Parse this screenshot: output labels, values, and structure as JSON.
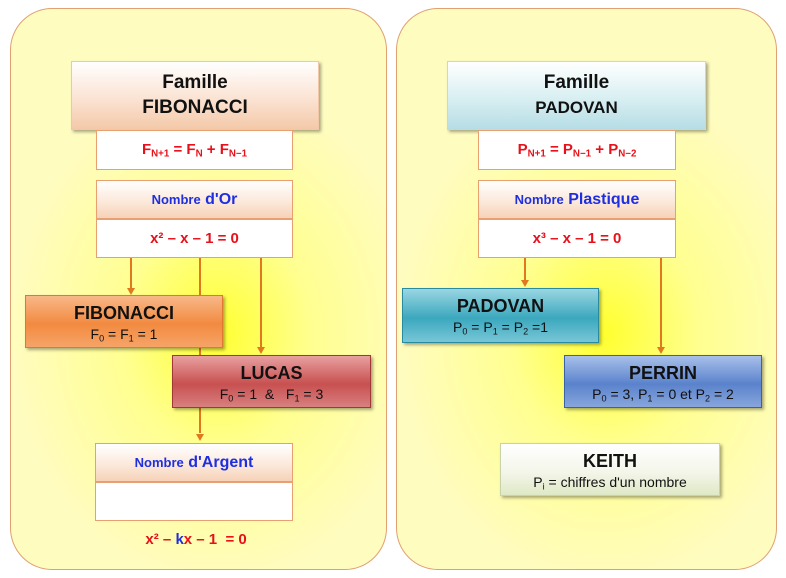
{
  "fibonacci_family": {
    "title1": "Famille",
    "title2": "FIBONACCI",
    "recurrence": {
      "a": "F",
      "a_sub": "N+1",
      "eq": " = ",
      "b": "F",
      "b_sub": "N",
      "plus": " + ",
      "c": "F",
      "c_sub": "N−1"
    },
    "golden": {
      "small": "Nombre",
      "big": "d'Or",
      "equation": "x² – x – 1  = 0"
    },
    "fibonacci": {
      "name": "FIBONACCI",
      "init": {
        "p1": "F",
        "s1": "0",
        "p2": " = F",
        "s2": "1",
        "p3": " = 1"
      }
    },
    "lucas": {
      "name": "LUCAS",
      "init": {
        "p1": "F",
        "s1": "0",
        "p2": " = 1  &   F",
        "s2": "1",
        "p3": " = 3"
      }
    },
    "silver": {
      "small": "Nombre",
      "big": "d'Argent",
      "eq_a": "x² – ",
      "eq_k": "k",
      "eq_b": "x – 1  = 0"
    }
  },
  "padovan_family": {
    "title1": "Famille",
    "title2": "PADOVAN",
    "recurrence": {
      "a": "P",
      "a_sub": "N+1",
      "eq": " = ",
      "b": "P",
      "b_sub": "N−1",
      "plus": " + ",
      "c": "P",
      "c_sub": "N−2"
    },
    "plastic": {
      "small": "Nombre",
      "big": "Plastique",
      "equation": "x³ – x – 1 = 0"
    },
    "padovan": {
      "name": "PADOVAN",
      "init": {
        "p1": "P",
        "s1": "0",
        "p2": " = P",
        "s2": "1",
        "p3": " = P",
        "s3": "2",
        "p4": " =1"
      }
    },
    "perrin": {
      "name": "PERRIN",
      "init": {
        "p1": "P",
        "s1": "0",
        "p2": " = 3, P",
        "s2": "1",
        "p3": " = 0 et P",
        "s3": "2",
        "p4": " = 2"
      }
    },
    "keith": {
      "name": "KEITH",
      "init": {
        "p1": "P",
        "s1": "i",
        "p2": " = chiffres d'un nombre"
      }
    }
  },
  "colors": {
    "formula": "#e8101a",
    "label": "#1f2fe0",
    "connector": "#e07820"
  }
}
